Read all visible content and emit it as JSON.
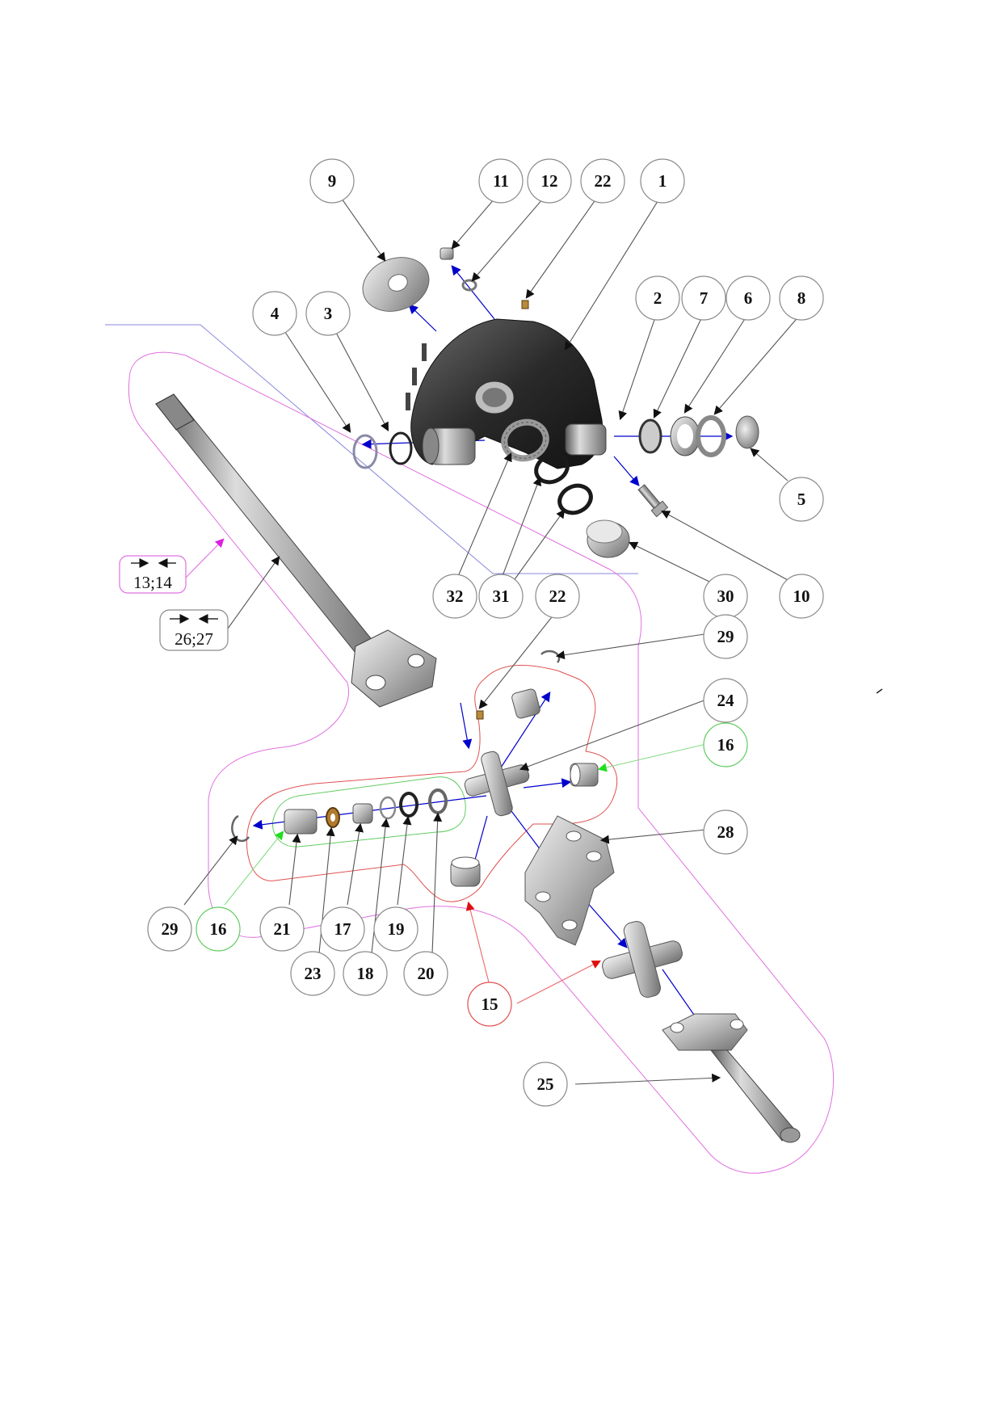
{
  "colors": {
    "magenta": "#e070e0",
    "red": "#e05050",
    "green": "#60cc60",
    "blue": "#0000cc",
    "purple": "#8888dd",
    "callout_stroke": "#8a8a8a"
  },
  "callouts": [
    {
      "id": "c9",
      "label": "9",
      "color": "callout_stroke"
    },
    {
      "id": "c11",
      "label": "11",
      "color": "callout_stroke"
    },
    {
      "id": "c12",
      "label": "12",
      "color": "callout_stroke"
    },
    {
      "id": "c22a",
      "label": "22",
      "color": "callout_stroke"
    },
    {
      "id": "c1",
      "label": "1",
      "color": "callout_stroke"
    },
    {
      "id": "c4",
      "label": "4",
      "color": "callout_stroke"
    },
    {
      "id": "c3",
      "label": "3",
      "color": "callout_stroke"
    },
    {
      "id": "c2",
      "label": "2",
      "color": "callout_stroke"
    },
    {
      "id": "c7",
      "label": "7",
      "color": "callout_stroke"
    },
    {
      "id": "c6",
      "label": "6",
      "color": "callout_stroke"
    },
    {
      "id": "c8",
      "label": "8",
      "color": "callout_stroke"
    },
    {
      "id": "c5",
      "label": "5",
      "color": "callout_stroke"
    },
    {
      "id": "c32",
      "label": "32",
      "color": "callout_stroke"
    },
    {
      "id": "c31",
      "label": "31",
      "color": "callout_stroke"
    },
    {
      "id": "c22b",
      "label": "22",
      "color": "callout_stroke"
    },
    {
      "id": "c30",
      "label": "30",
      "color": "callout_stroke"
    },
    {
      "id": "c10",
      "label": "10",
      "color": "callout_stroke"
    },
    {
      "id": "c29a",
      "label": "29",
      "color": "callout_stroke"
    },
    {
      "id": "c24",
      "label": "24",
      "color": "callout_stroke"
    },
    {
      "id": "c16a",
      "label": "16",
      "color": "green"
    },
    {
      "id": "c28",
      "label": "28",
      "color": "callout_stroke"
    },
    {
      "id": "c29b",
      "label": "29",
      "color": "callout_stroke"
    },
    {
      "id": "c16b",
      "label": "16",
      "color": "green"
    },
    {
      "id": "c21",
      "label": "21",
      "color": "callout_stroke"
    },
    {
      "id": "c17",
      "label": "17",
      "color": "callout_stroke"
    },
    {
      "id": "c19",
      "label": "19",
      "color": "callout_stroke"
    },
    {
      "id": "c23",
      "label": "23",
      "color": "callout_stroke"
    },
    {
      "id": "c18",
      "label": "18",
      "color": "callout_stroke"
    },
    {
      "id": "c20",
      "label": "20",
      "color": "callout_stroke"
    },
    {
      "id": "c15",
      "label": "15",
      "color": "red"
    },
    {
      "id": "c25",
      "label": "25",
      "color": "callout_stroke"
    }
  ],
  "kit_boxes": [
    {
      "id": "k1314",
      "label": "13;14",
      "color": "magenta"
    },
    {
      "id": "k2627",
      "label": "26;27",
      "color": "callout_stroke"
    }
  ]
}
